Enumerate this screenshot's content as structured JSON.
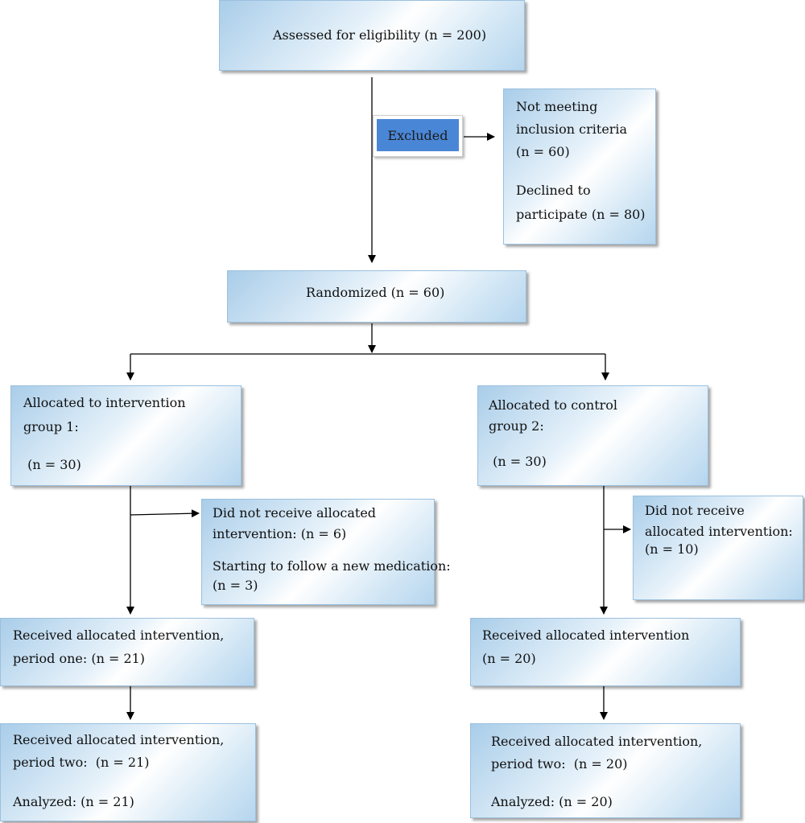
{
  "nodes": {
    "assessed": [
      "Assessed for eligibility (n = 200)"
    ],
    "excluded": "Excluded",
    "exclusion_details": [
      "Not meeting",
      "inclusion criteria",
      "(n = 60)",
      "Declined to",
      "participate (n = 80)"
    ],
    "randomized": [
      "Randomized (n = 60)"
    ],
    "alloc_intervention": [
      "Allocated to intervention",
      "group 1:",
      " (n = 30)"
    ],
    "alloc_control": [
      "Allocated to control",
      "group 2:",
      " (n = 30)"
    ],
    "not_received_intervention": [
      "Did not receive allocated",
      "intervention: (n = 6)",
      "Starting to follow a new medication:",
      "(n = 3)"
    ],
    "not_received_control": [
      "Did not receive",
      "allocated intervention:",
      "(n = 10)"
    ],
    "received_p1_intervention": [
      "Received allocated intervention,",
      "period one: (n = 21)"
    ],
    "received_control": [
      "Received allocated intervention",
      "(n = 20)"
    ],
    "received_p2_intervention": [
      "Received allocated intervention,",
      "period two:  (n = 21)",
      "Analyzed: (n = 21)"
    ],
    "received_p2_control": [
      "Received allocated intervention,",
      "period two:  (n = 20)",
      "Analyzed: (n = 20)"
    ]
  }
}
